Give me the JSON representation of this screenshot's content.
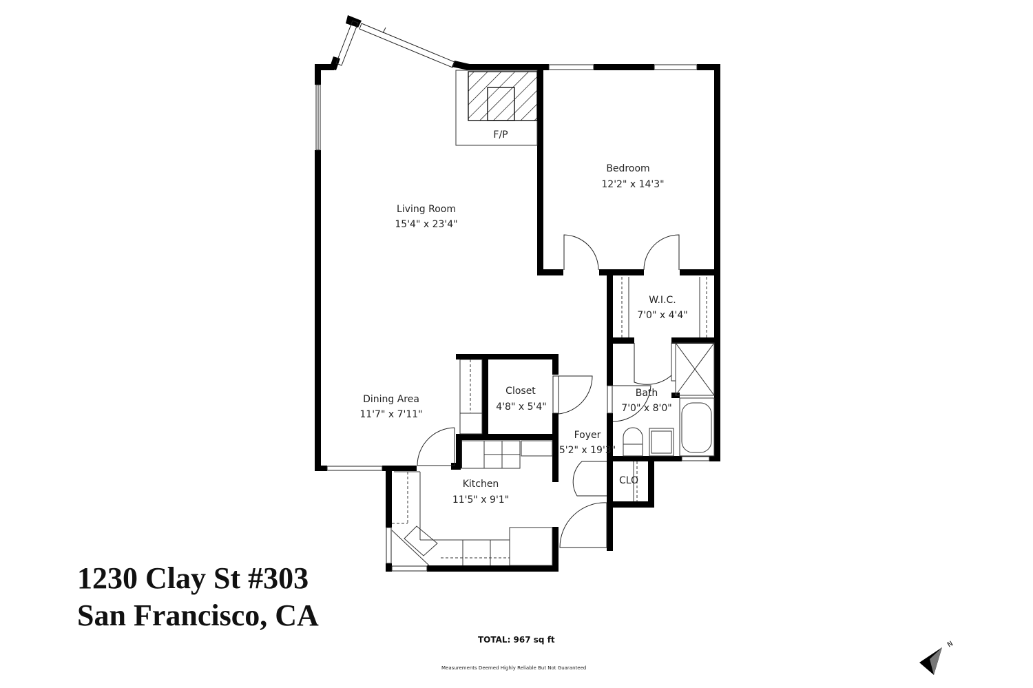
{
  "address": {
    "line1": "1230 Clay St #303",
    "line2": "San Francisco, CA"
  },
  "total": "TOTAL: 967 sq ft",
  "disclaimer": "Measurements Deemed Highly Reliable But Not Guaranteed",
  "compass_label": "N",
  "rooms": {
    "living": {
      "name": "Living Room",
      "size": "15'4\" x 23'4\""
    },
    "bedroom": {
      "name": "Bedroom",
      "size": "12'2\" x 14'3\""
    },
    "fireplace": {
      "name": "F/P"
    },
    "wic": {
      "name": "W.I.C.",
      "size": "7'0\" x 4'4\""
    },
    "closet": {
      "name": "Closet",
      "size": "4'8\" x 5'4\""
    },
    "dining": {
      "name": "Dining Area",
      "size": "11'7\" x 7'11\""
    },
    "bath": {
      "name": "Bath",
      "size": "7'0\" x 8'0\""
    },
    "foyer": {
      "name": "Foyer",
      "size": "5'2\" x 19'3\""
    },
    "kitchen": {
      "name": "Kitchen",
      "size": "11'5\" x 9'1\""
    },
    "clo": {
      "name": "CLO"
    }
  },
  "colors": {
    "wall": "#000000",
    "line": "#222222"
  }
}
